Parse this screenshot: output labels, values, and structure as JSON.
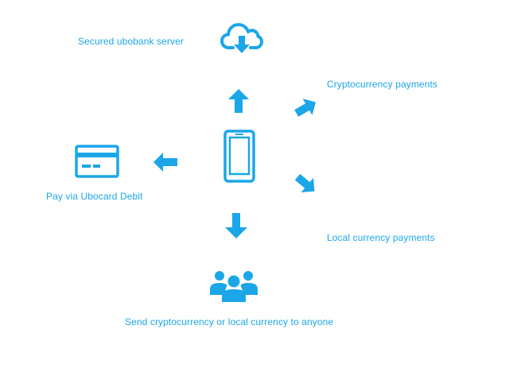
{
  "theme": {
    "accent": "#1ba6e8"
  },
  "nodes": {
    "server": {
      "label": "Secured ubobank server",
      "icon": "cloud-download-icon"
    },
    "crypto": {
      "label": "Cryptocurrency payments"
    },
    "card": {
      "label": "Pay via Ubocard Debit",
      "icon": "credit-card-icon"
    },
    "phone": {
      "icon": "smartphone-icon"
    },
    "local": {
      "label": "Local currency payments"
    },
    "send": {
      "label": "Send cryptocurrency or local currency to anyone",
      "icon": "users-group-icon"
    }
  }
}
